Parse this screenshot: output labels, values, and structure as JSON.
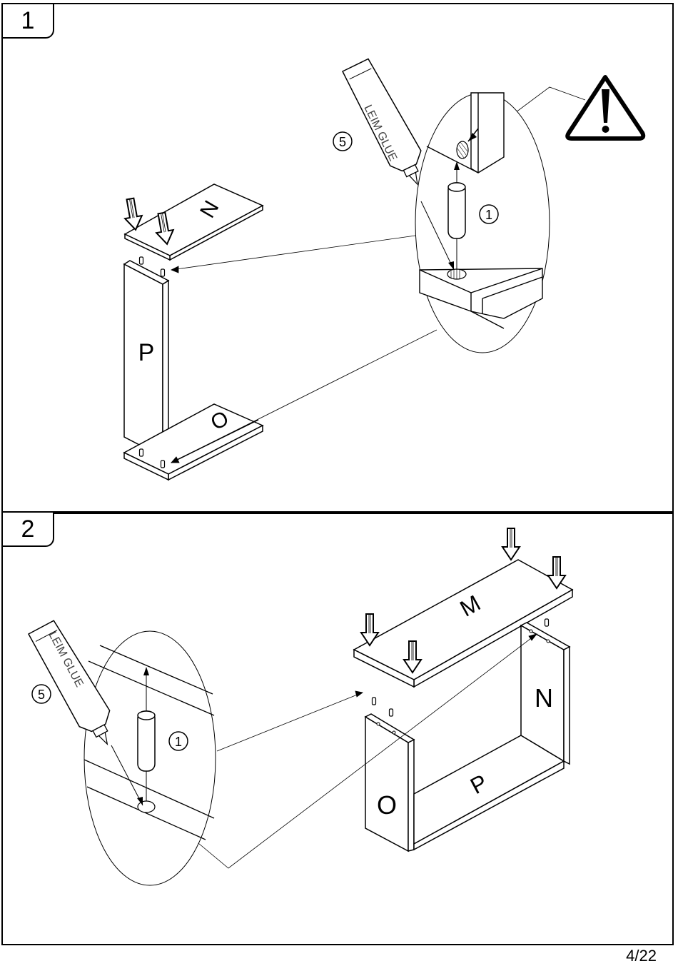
{
  "steps": [
    {
      "number": "1"
    },
    {
      "number": "2"
    }
  ],
  "page_number": "4/22",
  "step1": {
    "panel_labels": {
      "top": "N",
      "side": "P",
      "bottom": "O"
    },
    "glue_tube_text": "LEIM GLUE",
    "glue_callout": "5",
    "dowel_callout": "1"
  },
  "step2": {
    "panel_labels": {
      "top": "M",
      "right": "N",
      "bottom": "P",
      "left": "O"
    },
    "glue_tube_text": "LEIM GLUE",
    "glue_callout": "5",
    "dowel_callout": "1"
  },
  "icons": [
    "warning-icon",
    "press-down-arrow-icon",
    "glue-tube-icon",
    "wood-dowel-icon"
  ]
}
